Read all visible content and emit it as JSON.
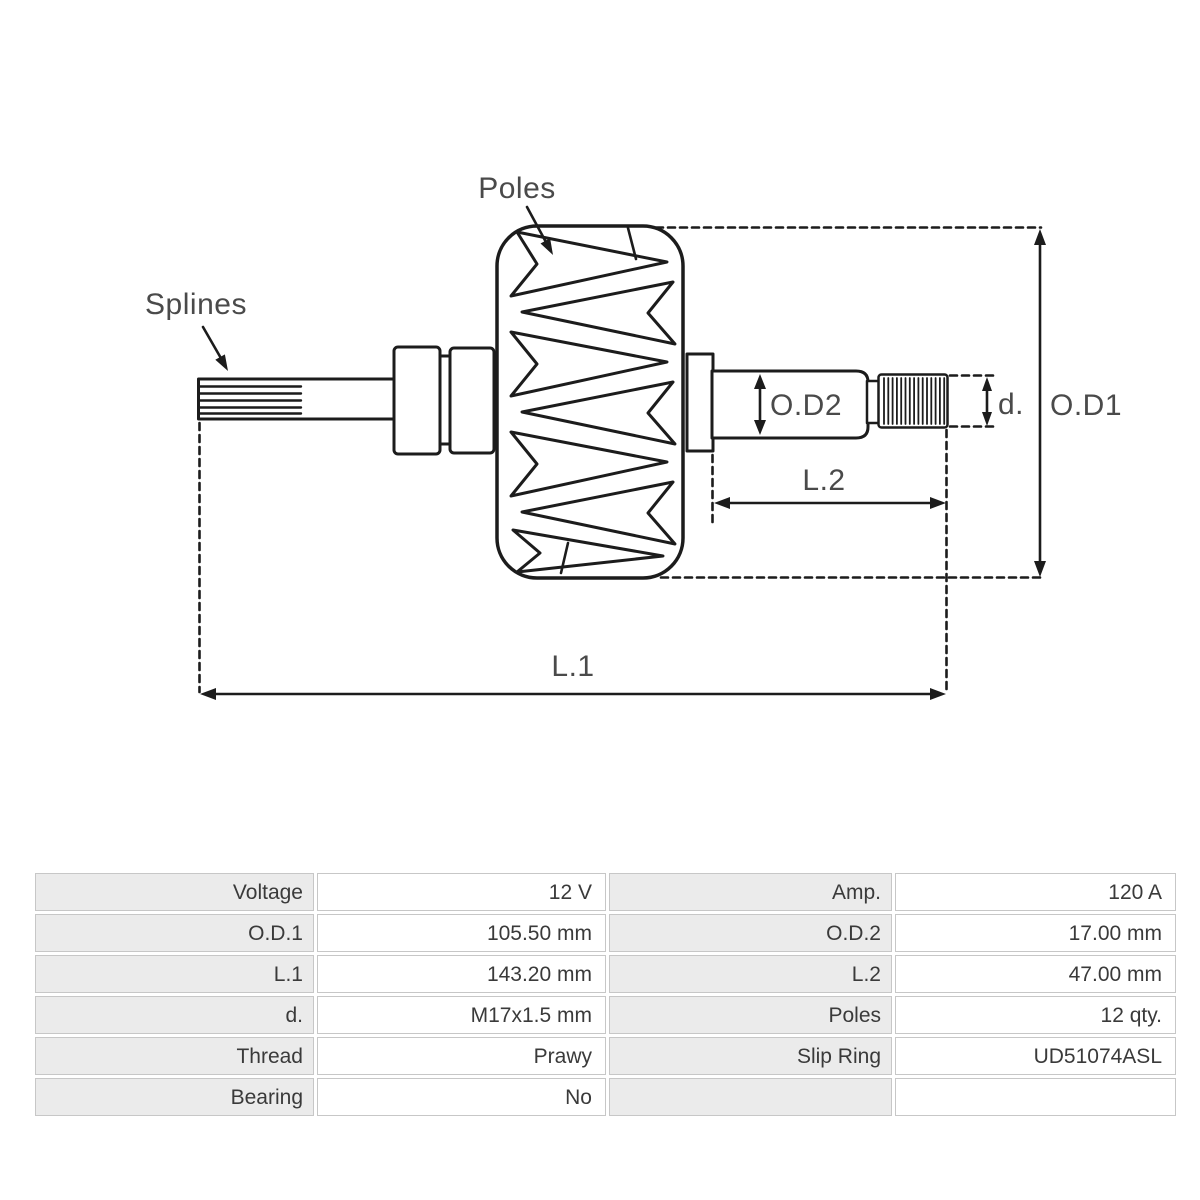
{
  "diagram": {
    "labels": {
      "poles": "Poles",
      "splines": "Splines",
      "od1": "O.D1",
      "od2": "O.D2",
      "d": "d.",
      "l1": "L.1",
      "l2": "L.2"
    },
    "line_color": "#1c1c1c",
    "label_color": "#4a4a4a"
  },
  "spec_table": {
    "label_bg": "#ebebeb",
    "value_bg": "#ffffff",
    "border_color": "#c7c7c7",
    "text_color": "#3a3a3a",
    "rows": [
      [
        "Voltage",
        "12 V",
        "Amp.",
        "120 A"
      ],
      [
        "O.D.1",
        "105.50 mm",
        "O.D.2",
        "17.00 mm"
      ],
      [
        "L.1",
        "143.20 mm",
        "L.2",
        "47.00 mm"
      ],
      [
        "d.",
        "M17x1.5 mm",
        "Poles",
        "12 qty."
      ],
      [
        "Thread",
        "Prawy",
        "Slip Ring",
        "UD51074ASL"
      ],
      [
        "Bearing",
        "No",
        "",
        ""
      ]
    ]
  }
}
